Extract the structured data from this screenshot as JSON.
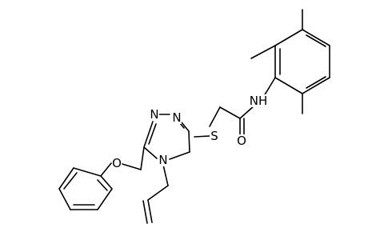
{
  "atoms": {
    "n1": "N",
    "n2": "N",
    "n4": "N",
    "s": "S",
    "o_carbonyl": "O",
    "o_ether": "O",
    "nh": "NH"
  },
  "colors": {
    "bond": "#000000",
    "background": "#ffffff"
  }
}
